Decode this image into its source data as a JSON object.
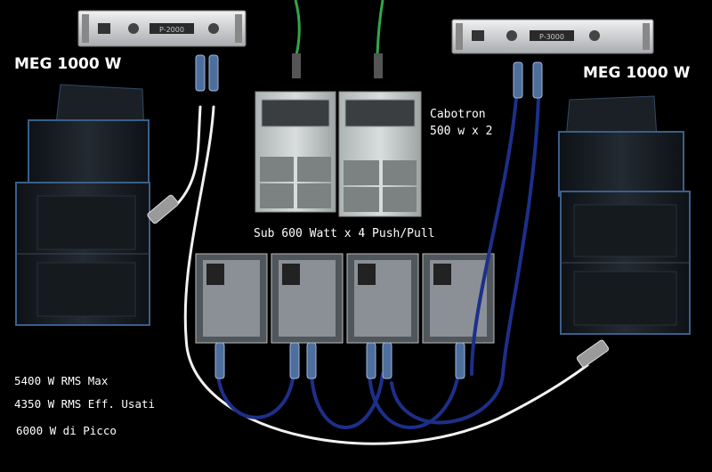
{
  "labels": {
    "meg_left": "MEG 1000 W",
    "meg_right": "MEG 1000 W",
    "cabotron_line1": "Cabotron",
    "cabotron_line2": "500 w x 2",
    "sub": "Sub 600 Watt x 4 Push/Pull",
    "rms_max": "5400 W RMS Max",
    "rms_eff": "4350 W RMS Eff. Usati",
    "peak": "6000 W di Picco"
  },
  "amplifiers": [
    {
      "model_text": "P-2000"
    },
    {
      "model_text": "P-3000"
    }
  ],
  "colors": {
    "background": "#000000",
    "speaker_dark": "#1c2228",
    "speaker_edge": "#3a5f8a",
    "amp_silver": "#d4d6d8",
    "cable_green": "#2fa84a",
    "cable_blue": "#1d2f8a",
    "cable_white": "#f2f2f2",
    "cabinet_grey": "#c6cccc",
    "sub_fabric": "#8a9096"
  }
}
